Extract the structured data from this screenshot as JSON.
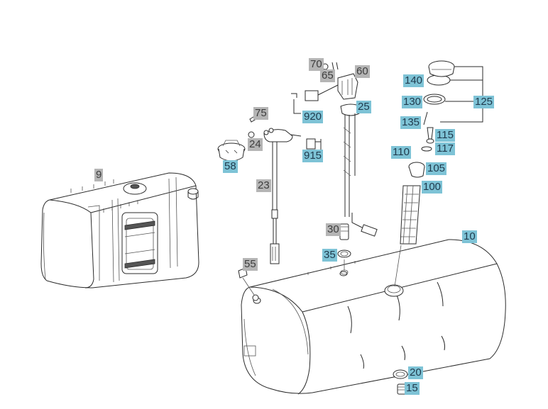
{
  "parts": [
    {
      "id": "9",
      "label": "9",
      "highlight": "grey"
    },
    {
      "id": "10",
      "label": "10",
      "highlight": "blue"
    },
    {
      "id": "15",
      "label": "15",
      "highlight": "blue"
    },
    {
      "id": "20",
      "label": "20",
      "highlight": "blue"
    },
    {
      "id": "23",
      "label": "23",
      "highlight": "grey"
    },
    {
      "id": "24",
      "label": "24",
      "highlight": "grey"
    },
    {
      "id": "25",
      "label": "25",
      "highlight": "blue"
    },
    {
      "id": "30",
      "label": "30",
      "highlight": "grey"
    },
    {
      "id": "35",
      "label": "35",
      "highlight": "blue"
    },
    {
      "id": "55",
      "label": "55",
      "highlight": "grey"
    },
    {
      "id": "58",
      "label": "58",
      "highlight": "blue"
    },
    {
      "id": "60",
      "label": "60",
      "highlight": "grey"
    },
    {
      "id": "65",
      "label": "65",
      "highlight": "grey"
    },
    {
      "id": "70",
      "label": "70",
      "highlight": "grey"
    },
    {
      "id": "75",
      "label": "75",
      "highlight": "grey"
    },
    {
      "id": "100",
      "label": "100",
      "highlight": "blue"
    },
    {
      "id": "105",
      "label": "105",
      "highlight": "blue"
    },
    {
      "id": "110",
      "label": "110",
      "highlight": "blue"
    },
    {
      "id": "115",
      "label": "115",
      "highlight": "blue"
    },
    {
      "id": "117",
      "label": "117",
      "highlight": "blue"
    },
    {
      "id": "125",
      "label": "125",
      "highlight": "blue"
    },
    {
      "id": "130",
      "label": "130",
      "highlight": "blue"
    },
    {
      "id": "135",
      "label": "135",
      "highlight": "blue"
    },
    {
      "id": "140",
      "label": "140",
      "highlight": "blue"
    },
    {
      "id": "915",
      "label": "915",
      "highlight": "blue"
    },
    {
      "id": "920",
      "label": "920",
      "highlight": "blue"
    }
  ]
}
